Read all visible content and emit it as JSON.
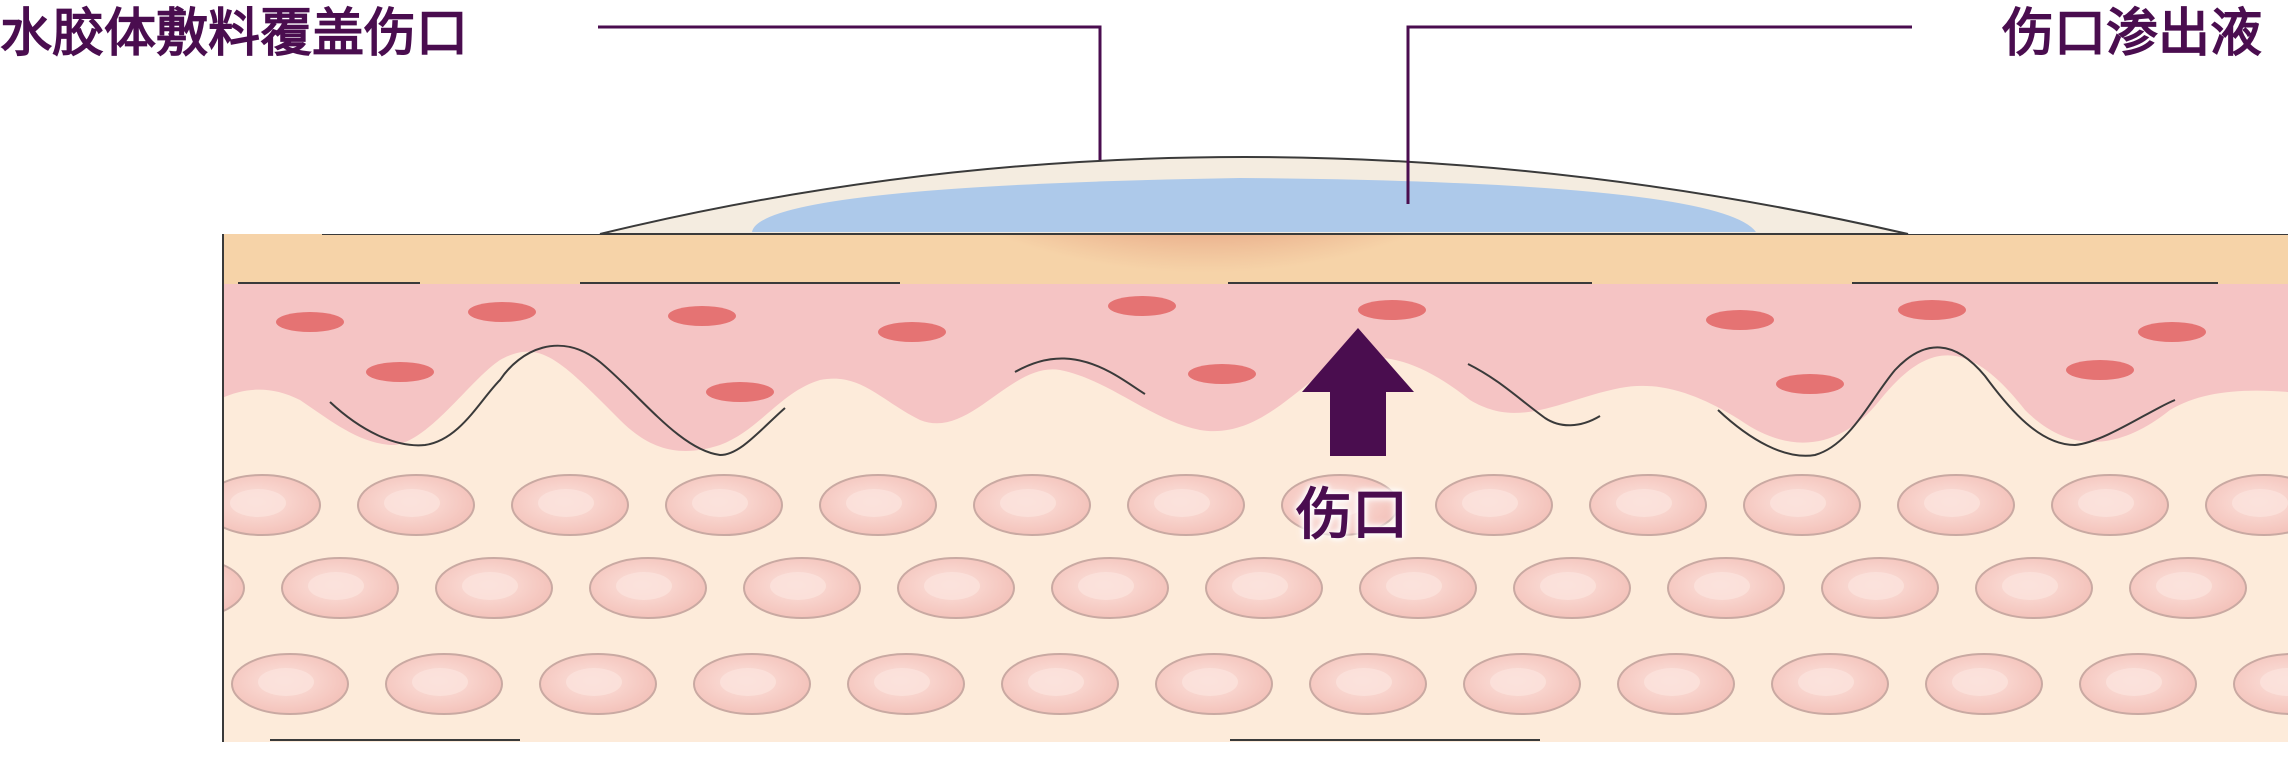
{
  "labels": {
    "dressing": "水胶体敷料覆盖伤口",
    "exudate": "伤口渗出液",
    "wound": "伤口"
  },
  "colors": {
    "label_text": "#4a0d4f",
    "leader_line": "#4a0d4f",
    "arrow": "#4a0d4f",
    "dressing_fill": "#f4ece0",
    "exudate_fill": "#adc9ea",
    "outer_skin": "#f6d3a8",
    "epidermis": "#f5c4c4",
    "dermis": "#fdebda",
    "red_spot": "#e57373",
    "cell_fill": "#f5c6c0",
    "cell_highlight": "#fbe2dc",
    "wound_core": "#8e0f0a",
    "outline": "#3a3a3a"
  },
  "icons": {
    "wound_arrow": "arrow-up-icon"
  }
}
